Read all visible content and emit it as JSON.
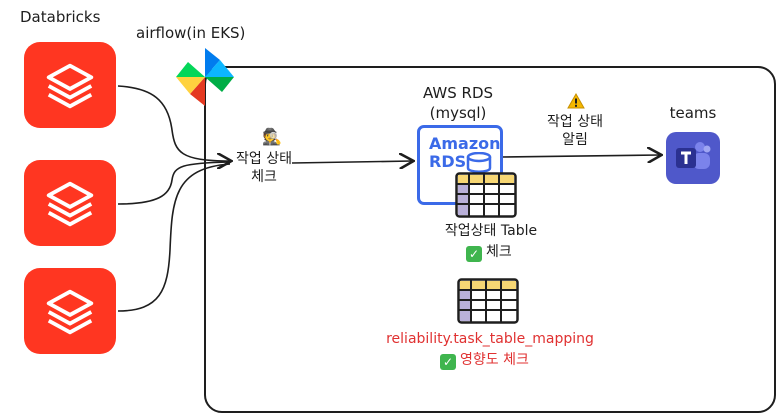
{
  "databricks": {
    "label": "Databricks",
    "icon": "databricks-logo-icon",
    "color": "#ff3621",
    "count": 3
  },
  "airflow": {
    "label": "airflow(in EKS)",
    "icon": "airflow-pinwheel-icon"
  },
  "check_step": {
    "icon": "detective-emoji-icon",
    "line1": "작업 상태",
    "line2": "체크"
  },
  "rds": {
    "title_line1": "AWS RDS",
    "title_line2": "(mysql)",
    "logo_line1": "Amazon",
    "logo_line2": "RDS",
    "color": "#3b6ae8"
  },
  "alert": {
    "icon": "warning-icon",
    "line1": "작업 상태",
    "line2": "알림"
  },
  "teams": {
    "label": "teams",
    "icon": "teams-logo-icon",
    "color": "#4f58ca"
  },
  "status_table": {
    "icon": "table-icon",
    "label": "작업상태 Table",
    "check_label": "체크"
  },
  "mapping_table": {
    "icon": "table-icon",
    "label": "reliability.task_table_mapping",
    "check_label": "영향도 체크",
    "color": "#e03131"
  }
}
